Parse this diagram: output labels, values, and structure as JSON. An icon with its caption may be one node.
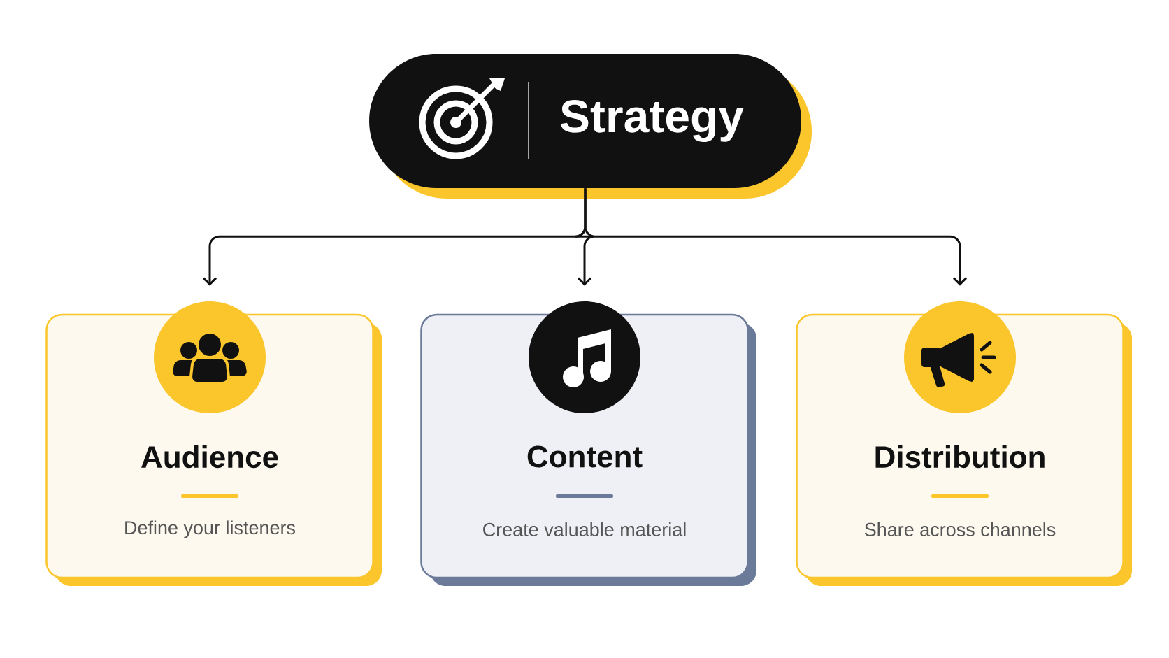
{
  "diagram": {
    "nodes": [
      {
        "text": [
          "Strategy"
        ]
      },
      {
        "text": [
          "Audience",
          "Define your listeners"
        ]
      },
      {
        "text": [
          "Content",
          "Create valuable material"
        ]
      },
      {
        "text": [
          "Distribution",
          "Share across channels"
        ]
      }
    ],
    "edges": [
      {
        "from": 0,
        "to": 1,
        "arrow": "to"
      },
      {
        "from": 0,
        "to": 2,
        "arrow": "to"
      },
      {
        "from": 0,
        "to": 3,
        "arrow": "to"
      }
    ]
  }
}
